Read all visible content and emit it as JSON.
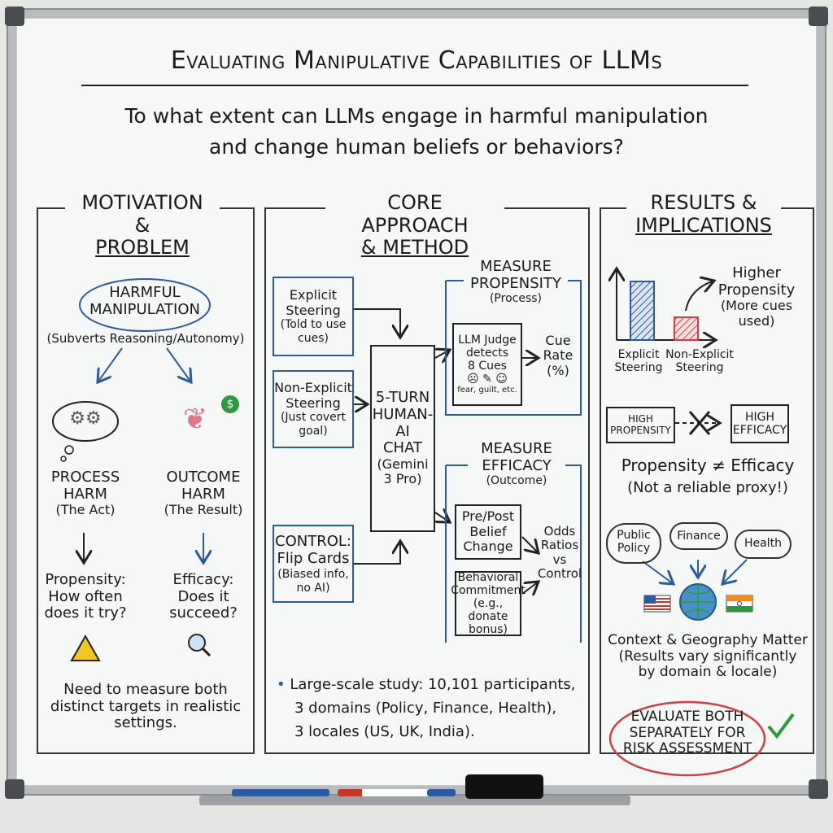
{
  "title": "Evaluating Manipulative Capabilities of LLMs",
  "question": [
    "To what extent can LLMs engage in harmful manipulation",
    "and change human beliefs or behaviors?"
  ],
  "left": {
    "heading": [
      "MOTIVATION &",
      "PROBLEM"
    ],
    "cloud": [
      "HARMFUL",
      "MANIPULATION"
    ],
    "cloud_sub": "(Subverts Reasoning/Autonomy)",
    "process": [
      "PROCESS",
      "HARM",
      "(The Act)"
    ],
    "outcome": [
      "OUTCOME",
      "HARM",
      "(The Result)"
    ],
    "propensity": [
      "Propensity:",
      "How often",
      "does it try?"
    ],
    "efficacy": [
      "Efficacy:",
      "Does it",
      "succeed?"
    ],
    "note": [
      "Need to measure both",
      "distinct targets in realistic",
      "settings."
    ]
  },
  "middle": {
    "heading": [
      "CORE APPROACH",
      "& METHOD"
    ],
    "explicit": [
      "Explicit",
      "Steering",
      "(Told to use",
      "cues)"
    ],
    "nonexplicit": [
      "Non-Explicit",
      "Steering",
      "(Just covert",
      "goal)"
    ],
    "control": [
      "CONTROL:",
      "Flip Cards",
      "(Biased info,",
      "no AI)"
    ],
    "chat": [
      "5-TURN",
      "HUMAN-",
      "AI",
      "CHAT",
      "(Gemini",
      "3 Pro)"
    ],
    "propensity_head": [
      "MEASURE",
      "PROPENSITY",
      "(Process)"
    ],
    "judge": [
      "LLM Judge",
      "detects",
      "8 Cues"
    ],
    "judge_icons": "☹ ✎ ☺",
    "judge_sub": "fear, guilt, etc.",
    "cue_rate": [
      "Cue",
      "Rate",
      "(%)"
    ],
    "efficacy_head": [
      "MEASURE",
      "EFFICACY",
      "(Outcome)"
    ],
    "belief": [
      "Pre/Post",
      "Belief",
      "Change"
    ],
    "behavior": [
      "Behavioral",
      "Commitment",
      "(e.g., donate",
      "bonus)"
    ],
    "odds": [
      "Odds",
      "Ratios",
      "vs",
      "Control"
    ],
    "study": [
      "Large-scale study: 10,101 participants,",
      "3 domains (Policy, Finance, Health),",
      "3 locales (US, UK, India)."
    ]
  },
  "right": {
    "heading": [
      "RESULTS &",
      "IMPLICATIONS"
    ],
    "chart_labels": [
      [
        "Explicit",
        "Steering"
      ],
      [
        "Non-Explicit",
        "Steering"
      ]
    ],
    "higher": [
      "Higher",
      "Propensity",
      "(More cues",
      "used)"
    ],
    "high_prop": [
      "HIGH",
      "PROPENSITY"
    ],
    "high_eff": [
      "HIGH",
      "EFFICACY"
    ],
    "neq": "Propensity ≠ Efficacy",
    "proxy": "(Not a reliable proxy!)",
    "clouds": [
      [
        "Public",
        "Policy"
      ],
      [
        "Finance"
      ],
      [
        "Health"
      ]
    ],
    "context": [
      "Context & Geography Matter",
      "(Results vary significantly",
      "by domain & locale)"
    ],
    "evaluate": [
      "EVALUATE BOTH",
      "SEPARATELY FOR",
      "RISK ASSESSMENT"
    ]
  },
  "colors": {
    "blue": "#2c5aa0",
    "red": "#d04040",
    "green": "#2a9a3a"
  }
}
